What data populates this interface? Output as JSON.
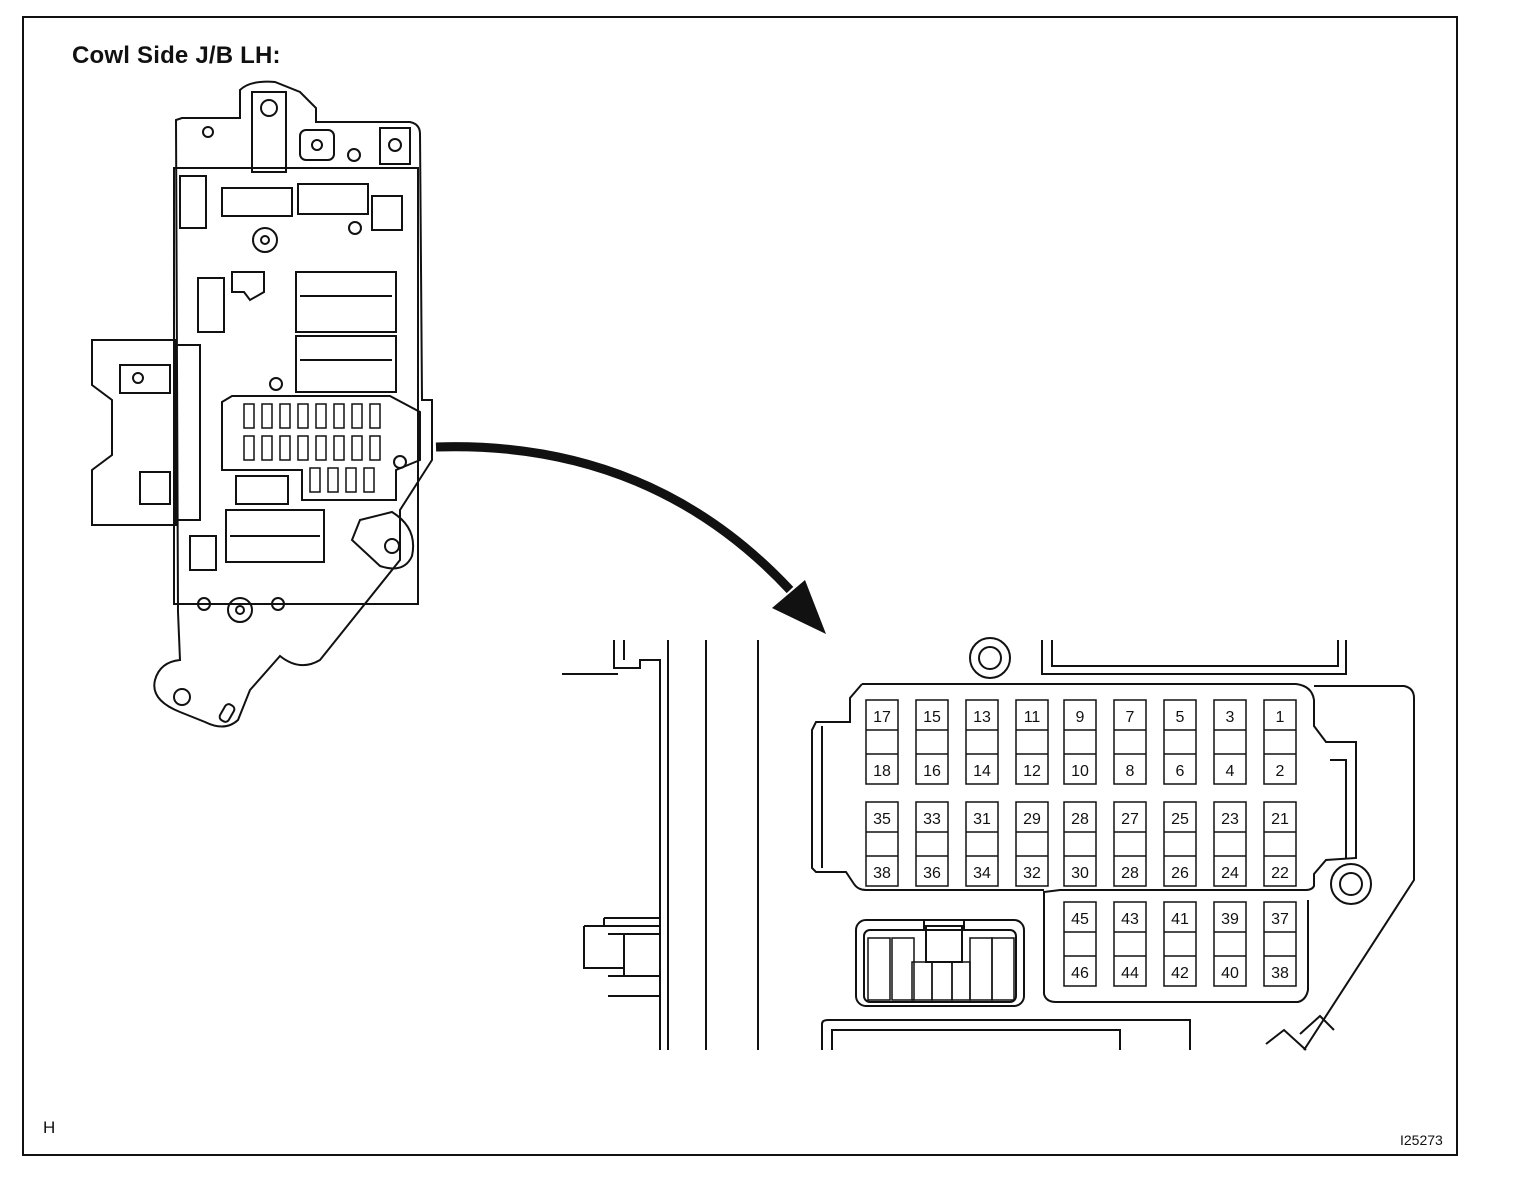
{
  "title": "Cowl Side J/B LH:",
  "corner_label": "H",
  "figure_id": "I25273",
  "fuse_rows": [
    {
      "top": [
        "17",
        "15",
        "13",
        "11",
        "9",
        "7",
        "5",
        "3",
        "1"
      ],
      "bottom": [
        "18",
        "16",
        "14",
        "12",
        "10",
        "8",
        "6",
        "4",
        "2"
      ]
    },
    {
      "top": [
        "35",
        "33",
        "31",
        "29",
        "28",
        "27",
        "25",
        "23",
        "21"
      ],
      "bottom": [
        "38",
        "36",
        "34",
        "32",
        "30",
        "28",
        "26",
        "24",
        "22"
      ]
    },
    {
      "top": [
        "45",
        "43",
        "41",
        "39",
        "37"
      ],
      "bottom": [
        "46",
        "44",
        "42",
        "40",
        "38"
      ]
    }
  ],
  "colors": {
    "line": "#111111",
    "background": "#ffffff"
  }
}
